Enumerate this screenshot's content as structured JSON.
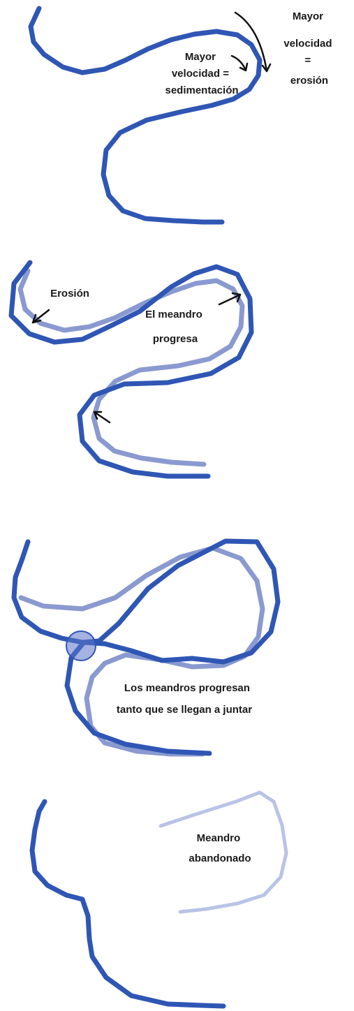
{
  "panel1": {
    "label_left": [
      "Mayor",
      "velocidad =",
      "sedimentación"
    ],
    "label_right": [
      "Mayor",
      "velocidad",
      "=",
      "erosión"
    ]
  },
  "panel2": {
    "label_erosion": "Erosión",
    "label_progress": [
      "El meandro",
      "progresa"
    ]
  },
  "panel3": {
    "label_join": [
      "Los meandros progresan",
      "tanto que se llegan a juntar"
    ]
  },
  "panel4": {
    "label_abandoned": [
      "Meandro",
      "abandonado"
    ]
  },
  "colors": {
    "river": "#2f56b4",
    "old_channel": "#8a9ad0",
    "abandoned": "#b9c3e6",
    "junction": "#5b75c8"
  }
}
